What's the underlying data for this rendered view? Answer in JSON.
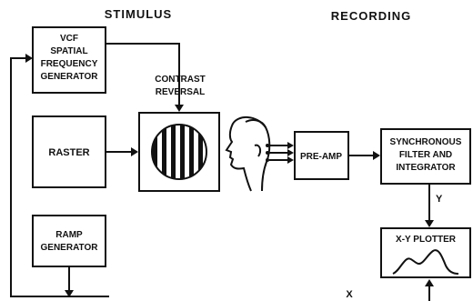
{
  "headers": {
    "stimulus": "STIMULUS",
    "recording": "RECORDING"
  },
  "blocks": {
    "vcf": [
      "VCF",
      "SPATIAL",
      "FREQUENCY",
      "GENERATOR"
    ],
    "raster": "RASTER",
    "ramp": [
      "RAMP",
      "GENERATOR"
    ],
    "preamp": "PRE-AMP",
    "sync": [
      "SYNCHRONOUS",
      "FILTER AND",
      "INTEGRATOR"
    ],
    "plotter": "X-Y PLOTTER"
  },
  "labels": {
    "contrast": [
      "CONTRAST",
      "REVERSAL"
    ],
    "y": "Y",
    "x": "X"
  },
  "icons": [
    "grating-stimulus-icon",
    "human-head-icon",
    "plot-trace-icon"
  ]
}
